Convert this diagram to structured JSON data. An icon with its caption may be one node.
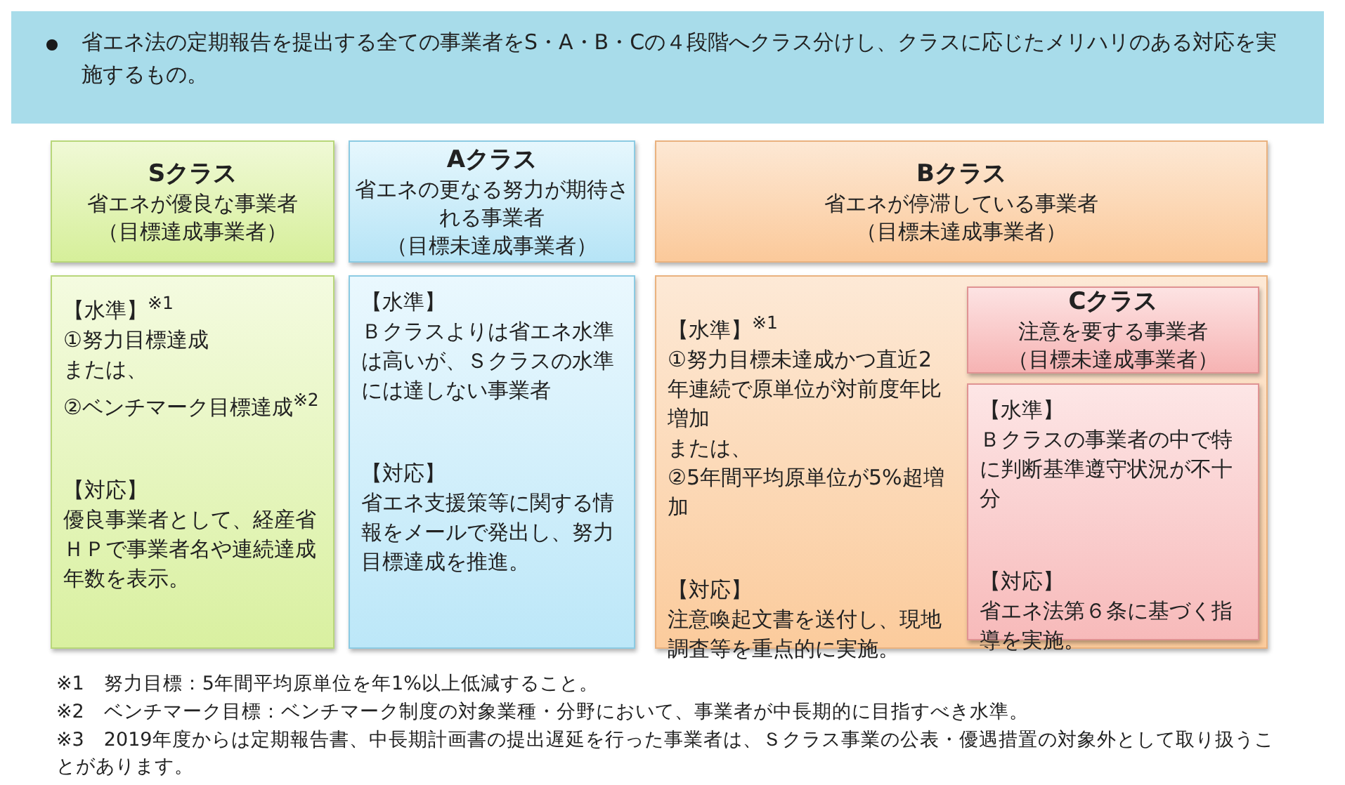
{
  "diagram": {
    "nodes": [
      {
        "text": [
          "省エネ法の定期報告を提出する全ての事業者をS・A・B・Cの４段階へクラス分けし、クラスに応じたメリハリのある対応を実施するもの。"
        ]
      },
      {
        "text": [
          "Sクラス",
          "省エネが優良な事業者",
          "（目標達成事業者）"
        ]
      },
      {
        "text": [
          "【水準】$^{※1}$",
          "①努力目標達成",
          "または、",
          "②ベンチマーク目標達成$^{※2}$",
          "【対応】",
          "優良事業者として、経産省ＨＰで事業者名や連続達成年数を表示。"
        ]
      },
      {
        "text": [
          "Aクラス",
          "省エネの更なる努力が期待される事業者",
          "（目標未達成事業者）"
        ]
      },
      {
        "text": [
          "【水準】",
          "Ｂクラスよりは省エネ水準は高いが、Ｓクラスの水準には達しない事業者",
          "【対応】",
          "省エネ支援策等に関する情報をメールで発出し、努力目標達成を推進。"
        ]
      },
      {
        "text": [
          "Bクラス",
          "省エネが停滞している事業者",
          "（目標未達成事業者）"
        ]
      },
      {
        "text": [
          "【水準】$^{※1}$",
          "①努力目標未達成かつ直近2年連続で原単位が対前度年比増加",
          "または、",
          "②5年間平均原単位が5%超増加",
          "【対応】",
          "注意喚起文書を送付し、現地調査等を重点的に実施。"
        ]
      },
      {
        "text": [
          "Cクラス",
          "注意を要する事業者",
          "（目標未達成事業者）"
        ],
        "in": 6
      },
      {
        "text": [
          "【水準】",
          "Ｂクラスの事業者の中で特に判断基準遵守状況が不十分",
          "【対応】",
          "省エネ法第６条に基づく指導を実施。"
        ],
        "in": 6
      }
    ],
    "labels": [
      "※1　努力目標：5年間平均原単位を年1%以上低減すること。",
      "※2　ベンチマーク目標：ベンチマーク制度の対象業種・分野において、事業者が中長期的に目指すべき水準。",
      "※3　2019年度からは定期報告書、中長期計画書の提出遅延を行った事業者は、Ｓクラス事業の公表・優遇措置の対象外として取り扱うことがあります。"
    ]
  }
}
